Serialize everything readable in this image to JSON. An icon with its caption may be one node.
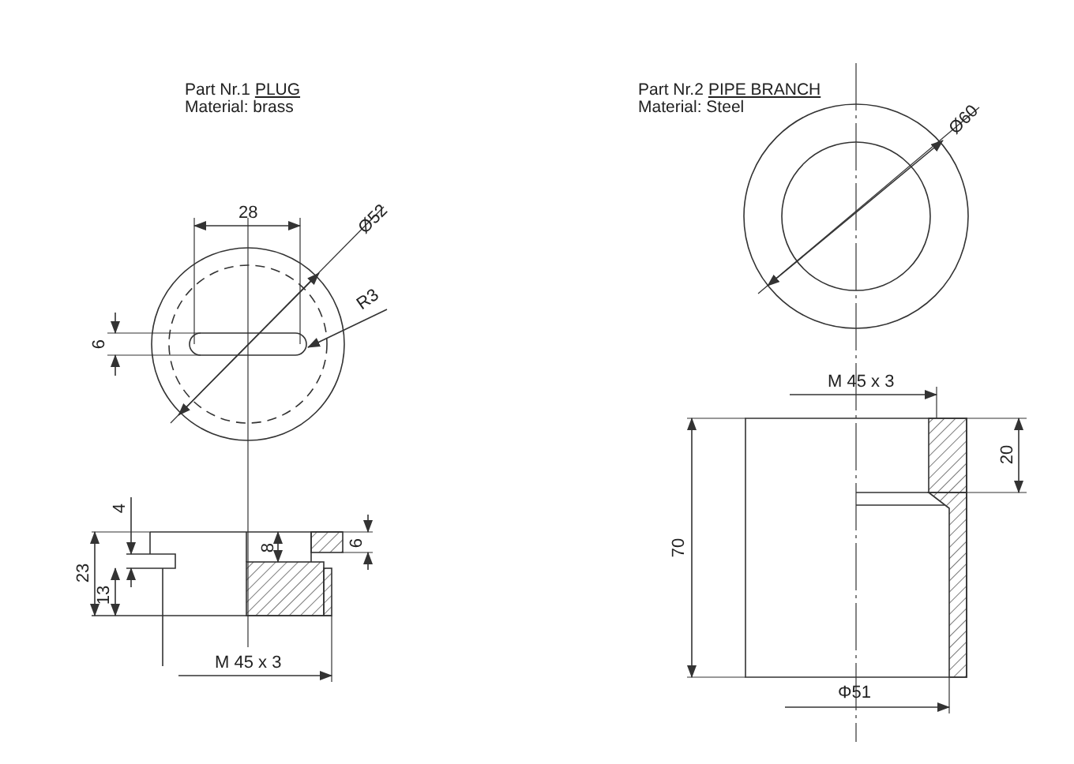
{
  "diagram": {
    "labels": [
      "Part Nr.1",
      "PLUG",
      "Material: brass",
      "Part Nr.2",
      "PIPE BRANCH",
      "Material: Steel",
      "Ø60",
      "28",
      "Ø52",
      "R3",
      "6",
      "M 45 x 3",
      "20",
      "4",
      "8",
      "6",
      "70",
      "23",
      "13",
      "M 45 x 3",
      "Φ51"
    ]
  }
}
